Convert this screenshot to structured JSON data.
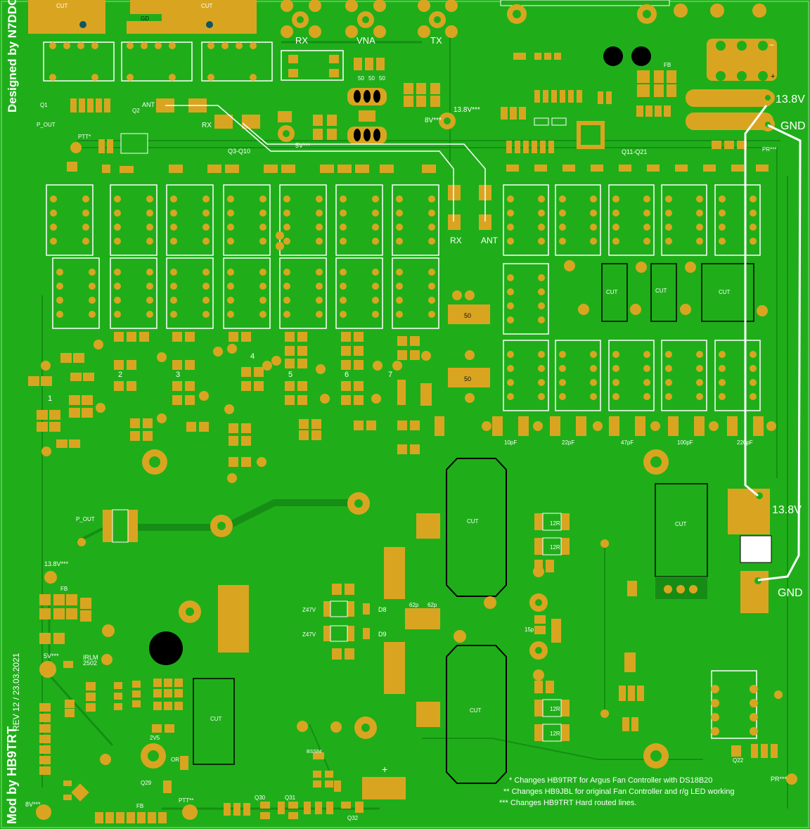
{
  "designer": "Designed by N7DDC",
  "modder": "Mod by HB9TRT",
  "revision": "REV 12 / 23.03.2021",
  "connectors": {
    "rx": "RX",
    "vna": "VNA",
    "tx": "TX",
    "ant": "ANT",
    "gd": "GD"
  },
  "power": {
    "v13_8_top": "13.8V",
    "gnd_top": "GND",
    "v13_8_mid": "13.8V",
    "gnd_mid": "GND",
    "v13_8_stars": "13.8V***",
    "v8_stars": "8V***",
    "v5_stars": "5V***",
    "v13_8_left": "13.8V***",
    "v5_left": "5V***",
    "v8_left": "8V***",
    "pr_top": "PR***",
    "pr_bottom": "PR***",
    "ptt_top": "PTT*",
    "ptt_bottom": "PTT**"
  },
  "labels": {
    "cut": "CUT",
    "q3q10": "Q3-Q10",
    "q11q21": "Q11-Q21",
    "p_out_top": "P_OUT",
    "p_out_mid": "P_OUT",
    "q1": "Q1",
    "q2": "Q2",
    "q29": "Q29",
    "q30": "Q30",
    "q31": "Q31",
    "q32": "Q32",
    "q22": "Q22",
    "d8": "D8",
    "d9": "D9",
    "z47v": "Z47V",
    "irlm": "IRLM",
    "p2502": "2502",
    "bss84": "BSS84",
    "r12": "12R",
    "c62p": "62p",
    "c15p": "15p",
    "c50": "50",
    "or": "OR",
    "v2v5": "2V5",
    "fb": "FB",
    "plus": "+",
    "minus": "−"
  },
  "filter_numbers": [
    "1",
    "2",
    "3",
    "4",
    "5",
    "6",
    "7"
  ],
  "cap_values": [
    "10pF",
    "22pF",
    "47pF",
    "100pF",
    "220pF"
  ],
  "notes": [
    "* Changes HB9TRT for Argus Fan Controller with DS18B20",
    "** Changes HB9JBL for original Fan Controller and r/g LED working",
    "*** Changes HB9TRT Hard routed lines."
  ],
  "colors": {
    "board": "#1fae1a",
    "trace": "#178c15",
    "pad": "#d9a521",
    "silk": "#ffffff",
    "hole": "#000000"
  }
}
